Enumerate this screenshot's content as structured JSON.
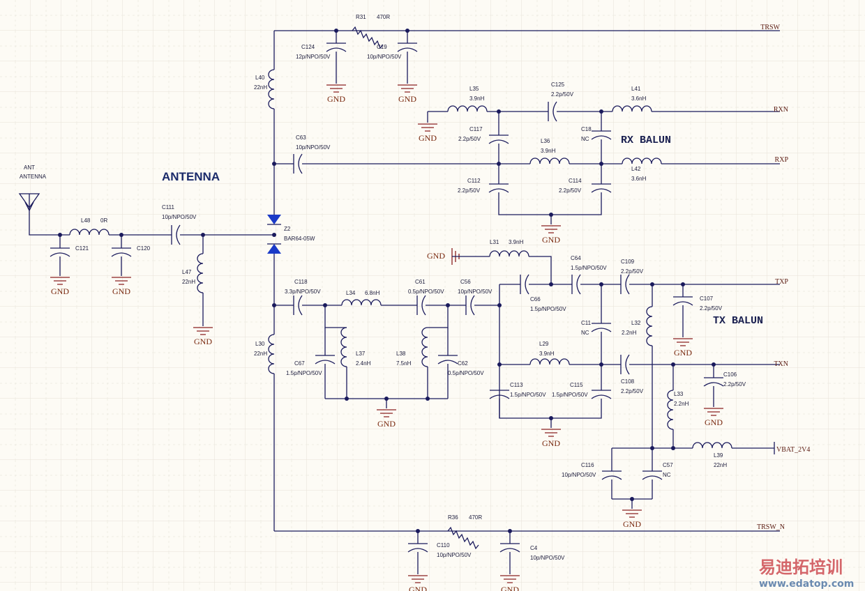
{
  "sections": {
    "antenna_title": "ANTENNA",
    "rx_balun_title": "RX  BALUN",
    "tx_balun_title": "TX  BALUN"
  },
  "antenna": {
    "ref": "ANT",
    "value": "ANTENNA"
  },
  "nets": {
    "trsw": "TRSW",
    "rxn": "RXN",
    "rxp": "RXP",
    "txp": "TXP",
    "txn": "TXN",
    "vbat": "VBAT_2V4",
    "trsw_n": "TRSW_N",
    "gnd": "GND"
  },
  "components": {
    "R31": {
      "ref": "R31",
      "value": "470R"
    },
    "C124": {
      "ref": "C124",
      "value": "12p/NPO/50V"
    },
    "C19": {
      "ref": "C19",
      "value": "10p/NPO/50V"
    },
    "L40": {
      "ref": "L40",
      "value": "22nH"
    },
    "L35": {
      "ref": "L35",
      "value": "3.9nH"
    },
    "C125": {
      "ref": "C125",
      "value": "2.2p/50V"
    },
    "L41": {
      "ref": "L41",
      "value": "3.6nH"
    },
    "C117": {
      "ref": "C117",
      "value": "2.2p/50V"
    },
    "L36": {
      "ref": "L36",
      "value": "3.9nH"
    },
    "C18": {
      "ref": "C18",
      "value": "NC"
    },
    "C63": {
      "ref": "C63",
      "value": "10p/NPO/50V"
    },
    "L42": {
      "ref": "L42",
      "value": "3.6nH"
    },
    "C112": {
      "ref": "C112",
      "value": "2.2p/50V"
    },
    "C114": {
      "ref": "C114",
      "value": "2.2p/50V"
    },
    "L48": {
      "ref": "L48",
      "value": "0R"
    },
    "C121": {
      "ref": "C121",
      "value": ""
    },
    "C120": {
      "ref": "C120",
      "value": ""
    },
    "C111": {
      "ref": "C111",
      "value": "10p/NPO/50V"
    },
    "L47": {
      "ref": "L47",
      "value": "22nH"
    },
    "Z2": {
      "ref": "Z2",
      "value": "BAR64-05W"
    },
    "L31": {
      "ref": "L31",
      "value": "3.9nH"
    },
    "C118": {
      "ref": "C118",
      "value": "3.3p/NPO/50V"
    },
    "L34": {
      "ref": "L34",
      "value": "6.8nH"
    },
    "C61": {
      "ref": "C61",
      "value": "0.5p/NPO/50V"
    },
    "C56": {
      "ref": "C56",
      "value": "10p/NPO/50V"
    },
    "C66": {
      "ref": "C66",
      "value": "1.5p/NPO/50V"
    },
    "C64": {
      "ref": "C64",
      "value": "1.5p/NPO/50V"
    },
    "C109": {
      "ref": "C109",
      "value": "2.2p/50V"
    },
    "C107": {
      "ref": "C107",
      "value": "2.2p/50V"
    },
    "C11": {
      "ref": "C11",
      "value": "NC"
    },
    "L32": {
      "ref": "L32",
      "value": "2.2nH"
    },
    "L30": {
      "ref": "L30",
      "value": "22nH"
    },
    "C67": {
      "ref": "C67",
      "value": "1.5p/NPO/50V"
    },
    "L37": {
      "ref": "L37",
      "value": "2.4nH"
    },
    "L38": {
      "ref": "L38",
      "value": "7.5nH"
    },
    "C62": {
      "ref": "C62",
      "value": "0.5p/NPO/50V"
    },
    "L29": {
      "ref": "L29",
      "value": "3.9nH"
    },
    "C108": {
      "ref": "C108",
      "value": "2.2p/50V"
    },
    "C106": {
      "ref": "C106",
      "value": "2.2p/50V"
    },
    "C113": {
      "ref": "C113",
      "value": "1.5p/NPO/50V"
    },
    "C115": {
      "ref": "C115",
      "value": "1.5p/NPO/50V"
    },
    "L33": {
      "ref": "L33",
      "value": "2.2nH"
    },
    "L39": {
      "ref": "L39",
      "value": "22nH"
    },
    "C116": {
      "ref": "C116",
      "value": "10p/NPO/50V"
    },
    "C57": {
      "ref": "C57",
      "value": "NC"
    },
    "R36": {
      "ref": "R36",
      "value": "470R"
    },
    "C110": {
      "ref": "C110",
      "value": "10p/NPO/50V"
    },
    "C4": {
      "ref": "C4",
      "value": "10p/NPO/50V"
    }
  },
  "watermark": {
    "cn": "易迪拓培训",
    "url": "www.edatop.com"
  },
  "colors": {
    "background": "#fdfbf5",
    "wire": "#1a1a5c",
    "gnd": "#8a2020",
    "diode": "#1a3ac8",
    "grid": "#e6e2d8"
  }
}
